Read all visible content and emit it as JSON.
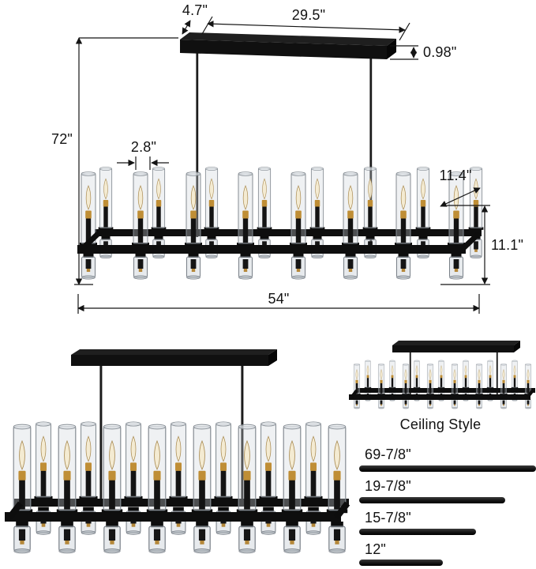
{
  "top_view": {
    "dimensions": {
      "canopy_depth": "4.7\"",
      "canopy_length": "29.5\"",
      "canopy_thickness": "0.98\"",
      "overall_height": "72\"",
      "shade_diameter": "2.8\"",
      "fixture_depth": "11.4\"",
      "fixture_height": "11.1\"",
      "fixture_length": "54\""
    }
  },
  "views": {
    "ceiling_style_label": "Ceiling Style"
  },
  "rod_lengths": [
    {
      "label": "69-7/8\""
    },
    {
      "label": "19-7/8\""
    },
    {
      "label": "15-7/8\""
    },
    {
      "label": "12\""
    }
  ],
  "colors": {
    "fixture_black": "#0e0e0e",
    "brass_gold": "#bf8e36",
    "dimension_line": "#141414"
  }
}
